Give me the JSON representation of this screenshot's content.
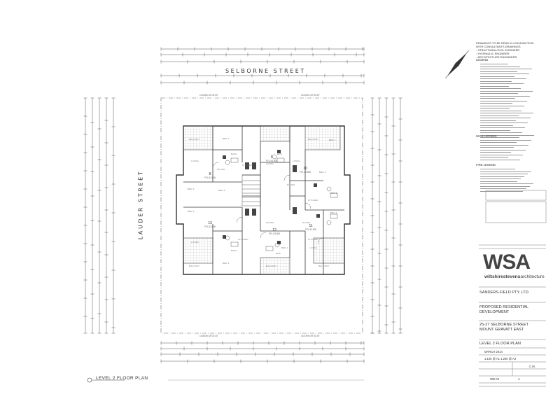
{
  "streets": {
    "north": "SELBORNE STREET",
    "west": "LAUDER STREET"
  },
  "site": {
    "bearing_top_left": "16.038m  45°31'30\"",
    "bearing_top_right": "15.083m  49°31'30\"",
    "bearing_bottom_left": "15.844m  45°31'30\"",
    "bearing_bottom_right": "16.039m  49°31'30\""
  },
  "units": [
    {
      "number": "8",
      "rl": "FFL 53.800"
    },
    {
      "number": "10",
      "rl": "FFL 53.800"
    },
    {
      "number": "12",
      "rl": "FFL 53.800"
    },
    {
      "number": "13",
      "rl": "FFL 53.800"
    },
    {
      "number": "11",
      "rl": "FFL 53.800"
    },
    {
      "number": "9",
      "rl": "FFL 53.800"
    }
  ],
  "rooms": {
    "balcony": "BALCONY",
    "living": "LIVING",
    "dining": "DINING",
    "kitchen": "KITCHEN",
    "bed1": "BED 1",
    "bed2": "BED 2",
    "bed3": "BED 3",
    "bath": "BATH",
    "ens": "ENS"
  },
  "notes": {
    "intro_line1": "DRAWINGS TO BE READ IN CONJUNCTION",
    "intro_line2": "WITH CONSULTANTS DRAWINGS",
    "intro_line3": "- STRUCTURAL/CIVIL ENGINEER",
    "intro_line4": "- HYDRAULIC ENGINEER",
    "intro_line5": "- ARCHITECTURE ENGINEERS",
    "legend": "LEGEND",
    "fire_legend": "FIRE LEGEND",
    "wall_legend": "WALL LEGEND"
  },
  "title_block": {
    "firm_logo": "WSA",
    "firm_name_bold": "wiltshirestevens",
    "firm_name_light": "architecture",
    "client": "SANDERS-FIELD PTY. LTD.",
    "project_line1": "PROPOSED RESIDENTIAL",
    "project_line2": "DEVELOPMENT",
    "address_line1": "25-27 SELBORNE STREET",
    "address_line2": "MOUNT GRAVATT EAST",
    "drawing_title": "LEVEL 2 FLOOR PLAN",
    "date": "MARCH 2014",
    "scale": "1:100 @ A1   1:200 @ A3",
    "drawn_by": "C.M.",
    "drawing_number": "WD-04",
    "revision": "A"
  },
  "bottom_label": "LEVEL 2 FLOOR PLAN"
}
